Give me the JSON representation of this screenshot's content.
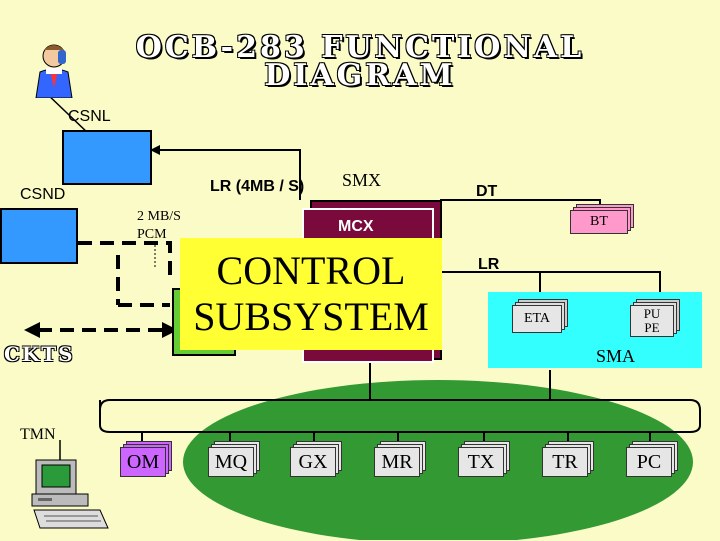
{
  "title": {
    "line1": "OCB-283 FUNCTIONAL",
    "line2": "DIAGRAM"
  },
  "labels": {
    "csnl": "CSNL",
    "csnd": "CSND",
    "lr_top": "LR (4MB / S)",
    "smx": "SMX",
    "dt": "DT",
    "pcm": "2 MB/S\nPCM",
    "mcx": "MCX",
    "bt": "BT",
    "lr_right": "LR",
    "ckts": "CKTS",
    "eta": "ETA",
    "pupe": "PU\nPE",
    "sma": "SMA",
    "tmn": "TMN",
    "control": "CONTROL\nSUBSYSTEM"
  },
  "modules": [
    "OM",
    "MQ",
    "GX",
    "MR",
    "TX",
    "TR",
    "PC"
  ],
  "icons": [
    "person-on-phone-icon",
    "computer-terminal-icon"
  ],
  "colors": {
    "background": "#fbfbc8",
    "csn_box": "#3399ff",
    "mcx_box": "#7a0a3c",
    "control_box": "#ffff33",
    "sma_box": "#33ffff",
    "ring": "#339933",
    "om": "#cc66ff",
    "bt": "#ff99cc",
    "green_block": "#66cc33"
  }
}
